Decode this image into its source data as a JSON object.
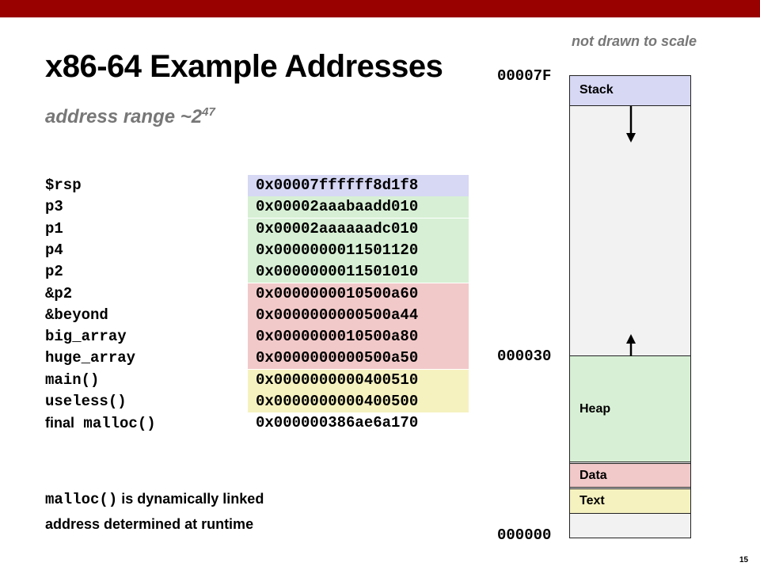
{
  "title": "x86-64 Example Addresses",
  "subtitle": "address range ~2",
  "subtitle_exp": "47",
  "note": "not drawn to scale",
  "colors": {
    "header_bar": "#990000",
    "stack": "#d6d8f4",
    "heap": "#d7f0d5",
    "data": "#f2c9c9",
    "text": "#f6f2c0",
    "free": "#f2f2f2"
  },
  "rows": [
    {
      "name": "$rsp",
      "addr": "0x00007ffffff8d1f8",
      "segment": "stack"
    },
    {
      "name": "p3",
      "addr": "0x00002aaabaadd010",
      "segment": "heap"
    },
    {
      "name": "p1",
      "addr": "0x00002aaaaaadc010",
      "segment": "heap"
    },
    {
      "name": "p4",
      "addr": "0x0000000011501120",
      "segment": "heap"
    },
    {
      "name": "p2",
      "addr": "0x0000000011501010",
      "segment": "heap"
    },
    {
      "name": "&p2",
      "addr": "0x0000000010500a60",
      "segment": "data"
    },
    {
      "name": "&beyond",
      "addr": "0x0000000000500a44",
      "segment": "data"
    },
    {
      "name": "big_array",
      "addr": "0x0000000010500a80",
      "segment": "data"
    },
    {
      "name": "huge_array",
      "addr": "0x0000000000500a50",
      "segment": "data"
    },
    {
      "name": "main()",
      "addr": "0x0000000000400510",
      "segment": "text"
    },
    {
      "name": "useless()",
      "addr": "0x0000000000400500",
      "segment": "text"
    },
    {
      "name_prefix": "final",
      "name": "malloc()",
      "addr": "0x000000386ae6a170",
      "segment": "none"
    }
  ],
  "footnote": {
    "code": "malloc()",
    "line1_rest": "is dynamically linked",
    "line2": "address determined at runtime"
  },
  "memory": {
    "top_label": "00007F",
    "mid_label": "000030",
    "bottom_label": "000000",
    "segments": {
      "stack": "Stack",
      "heap": "Heap",
      "data": "Data",
      "text": "Text"
    }
  },
  "page_number": "15"
}
